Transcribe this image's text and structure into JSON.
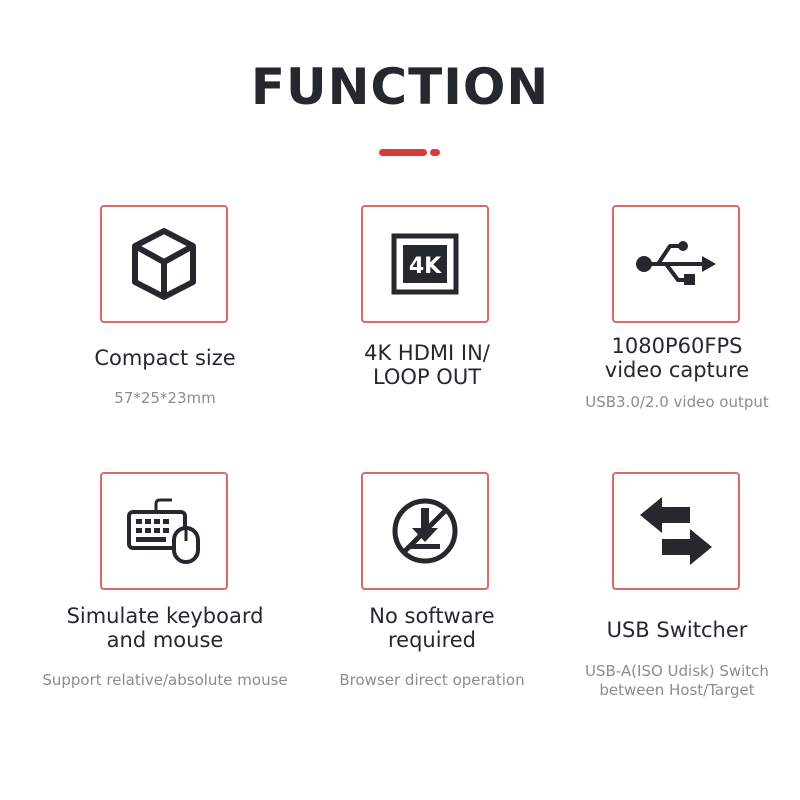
{
  "heading": "FUNCTION",
  "colors": {
    "accent": "#d63c3c",
    "box_border": "#d96a6a",
    "text": "#25282d",
    "subtext": "#8a8c90"
  },
  "features": [
    {
      "icon": "cube-icon",
      "label": "Compact size",
      "sub": "57*25*23mm"
    },
    {
      "icon": "4k-icon",
      "label": "4K HDMI IN/\nLOOP OUT",
      "sub": ""
    },
    {
      "icon": "usb-icon",
      "label": "1080P60FPS\nvideo capture",
      "sub": "USB3.0/2.0 video output"
    },
    {
      "icon": "keyboard-mouse-icon",
      "label": "Simulate keyboard\nand mouse",
      "sub": "Support relative/absolute mouse"
    },
    {
      "icon": "no-download-icon",
      "label": "No software\nrequired",
      "sub": "Browser direct operation"
    },
    {
      "icon": "switch-arrows-icon",
      "label": "USB Switcher",
      "sub": "USB-A(ISO Udisk) Switch\nbetween Host/Target"
    }
  ]
}
